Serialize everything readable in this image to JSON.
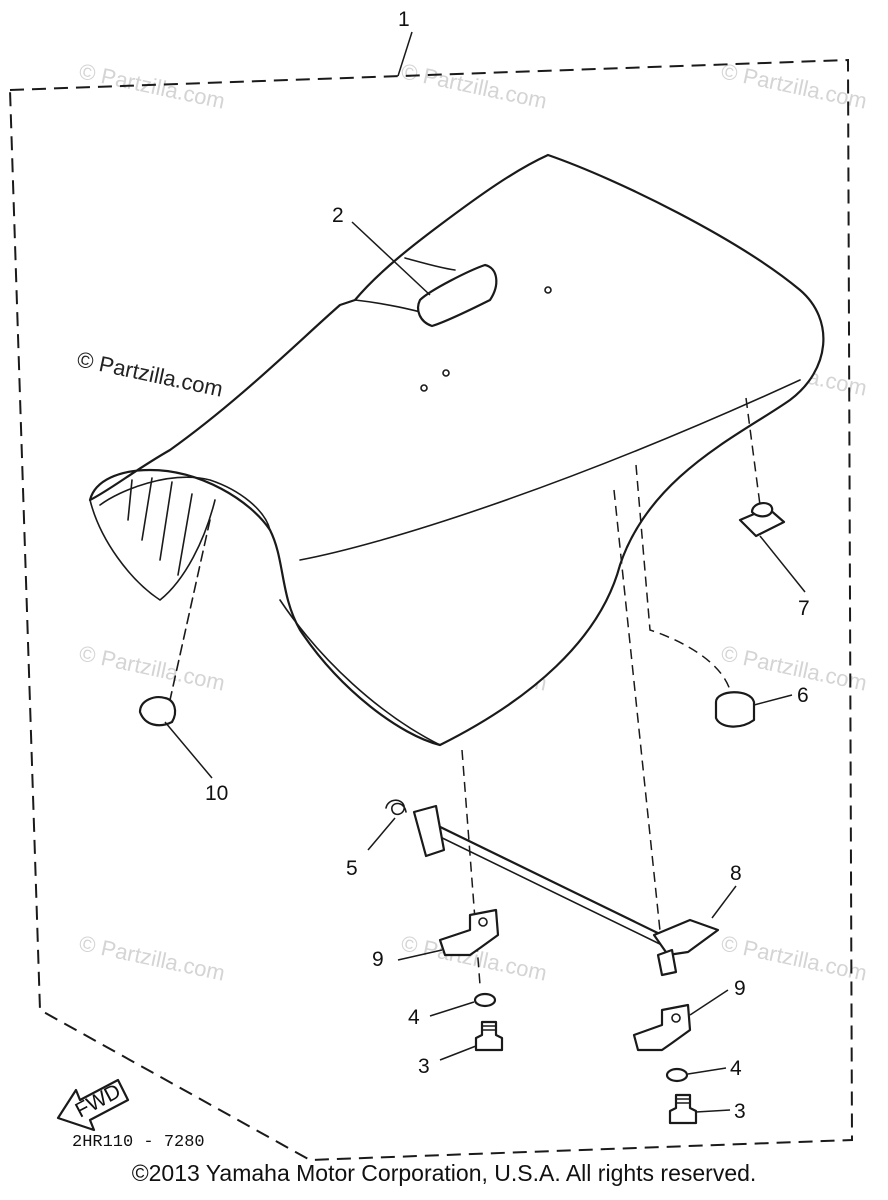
{
  "watermark": "© Partzilla.com",
  "watermark_main": "© Partzilla.com",
  "callouts": {
    "c1": "1",
    "c2": "2",
    "c3a": "3",
    "c3b": "3",
    "c4a": "4",
    "c4b": "4",
    "c5": "5",
    "c6": "6",
    "c7": "7",
    "c8": "8",
    "c9a": "9",
    "c9b": "9",
    "c10": "10"
  },
  "fwd_label": "FWD",
  "drawing_code": "2HR110 - 7280",
  "copyright": "©2013 Yamaha Motor Corporation, U.S.A. All rights reserved."
}
